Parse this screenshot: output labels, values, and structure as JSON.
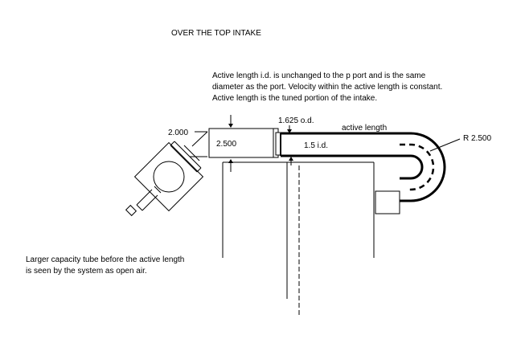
{
  "title": "OVER THE TOP INTAKE",
  "description_lines": [
    "Active length i.d. is  unchanged to the p port and is the same",
    "diameter as the port. Velocity within the  active length is constant.",
    "Active length is the tuned portion of the intake."
  ],
  "dims": {
    "throttle_dia": "2.000",
    "large_tube": "2.500",
    "od_label": "1.625 o.d.",
    "id_label": "1.5 i.d.",
    "active_length": "active  length",
    "radius": "R 2.500"
  },
  "note_lines": [
    "Larger capacity tube before the  active length",
    " is seen by the system as open air."
  ]
}
